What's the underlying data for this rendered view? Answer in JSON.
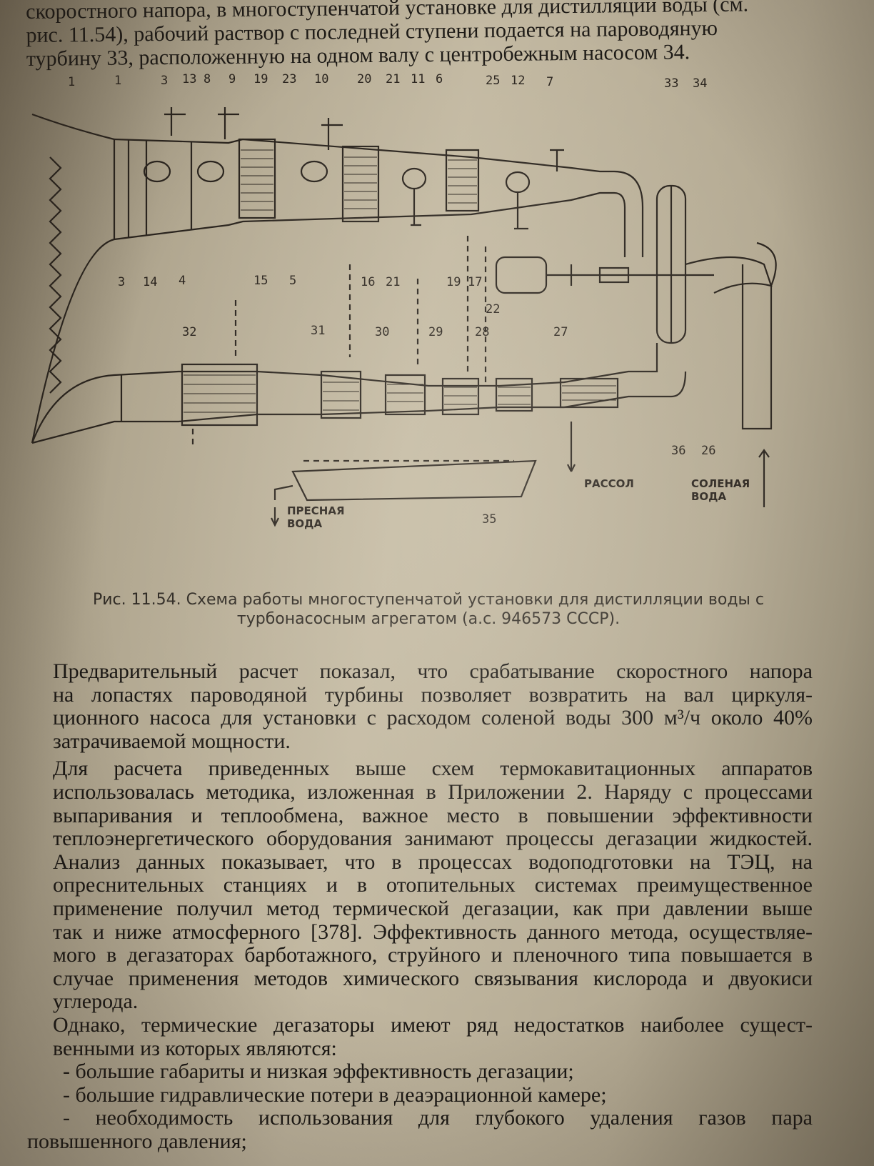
{
  "top_text": [
    "скоростного напора, в многоступенчатой установке для дистилляции воды (см.",
    "рис. 11.54), рабочий раствор с последней ступени подается на пароводяную",
    "турбину 33, расположенную на одном валу с центробежным насосом 34."
  ],
  "figure": {
    "labels_top": [
      "1",
      "1",
      "3",
      "13",
      "8",
      "9",
      "19",
      "23",
      "10",
      "20",
      "21",
      "11",
      "6",
      "25",
      "12",
      "7",
      "33",
      "34"
    ],
    "labels_mid": [
      "3",
      "14",
      "4",
      "15",
      "5",
      "16",
      "21",
      "19",
      "17",
      "22"
    ],
    "labels_low": [
      "32",
      "31",
      "30",
      "29",
      "28",
      "27",
      "36",
      "26",
      "35"
    ],
    "text_brine": "РАССОЛ",
    "text_salt_water": [
      "СОЛЕНАЯ",
      "ВОДА"
    ],
    "text_fresh_water": [
      "ПРЕСНАЯ",
      "ВОДА"
    ]
  },
  "caption": [
    "Рис. 11.54. Схема работы многоступенчатой установки для дистилляции воды с",
    "турбонасосным агрегатом (а.с. 946573 СССР)."
  ],
  "paragraphs": [
    {
      "lines": [
        "Предварительный расчет показал, что срабатывание скоростного напора",
        "на лопастях пароводяной турбины позволяет возвратить на вал циркуля-",
        "ционного насоса для установки с расходом соленой воды 300 м³/ч около 40%",
        "затрачиваемой мощности."
      ]
    },
    {
      "lines": [
        "Для расчета приведенных выше схем термокавитационных аппаратов",
        "использовалась методика, изложенная в Приложении 2. Наряду с процессами",
        "выпаривания и теплообмена, важное место в повышении эффективности",
        "теплоэнергетического оборудования занимают процессы дегазации жидкостей."
      ]
    },
    {
      "lines": [
        "Анализ данных показывает, что в процессах водоподготовки на ТЭЦ, на",
        "опреснительных станциях и в отопительных системах преимущественное",
        "применение получил метод термической дегазации, как при давлении выше",
        "так и ниже атмосферного [378]. Эффективность данного метода, осуществляе-",
        "мого в дегазаторах барботажного, струйного и пленочного типа повышается в",
        "случае применения методов химического связывания кислорода и двуокиси",
        "углерода."
      ]
    },
    {
      "lines": [
        "Однако, термические дегазаторы имеют ряд недостатков наиболее сущест-",
        "венными из которых являются:"
      ]
    }
  ],
  "bullets": [
    "- большие габариты и низкая эффективность дегазации;",
    "- большие гидравлические потери в деаэрационной камере;",
    "- необходимость использования для глубокого удаления газов пара",
    "повышенного давления;"
  ]
}
